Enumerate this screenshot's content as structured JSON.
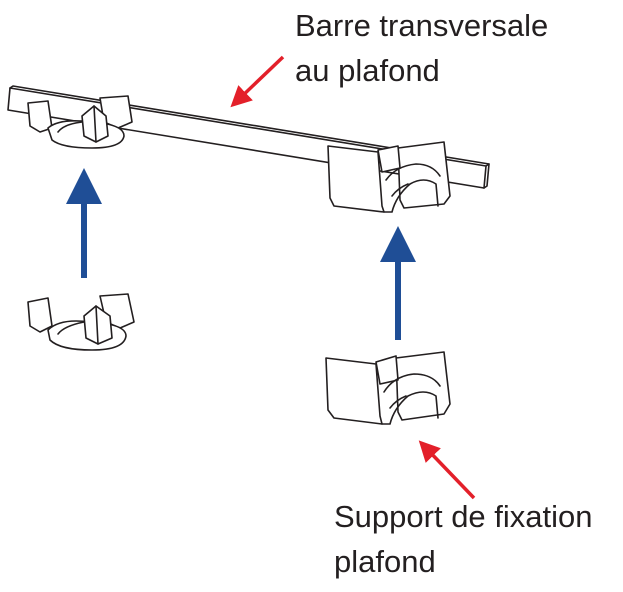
{
  "labels": {
    "crossbar_line1": "Barre transversale",
    "crossbar_line2": "au plafond",
    "bracket_line1": "Support de fixation",
    "bracket_line2": "plafond"
  },
  "colors": {
    "blue_arrow": "#1f4e96",
    "red_arrow": "#e3202a",
    "line": "#231f20",
    "background": "#ffffff"
  }
}
